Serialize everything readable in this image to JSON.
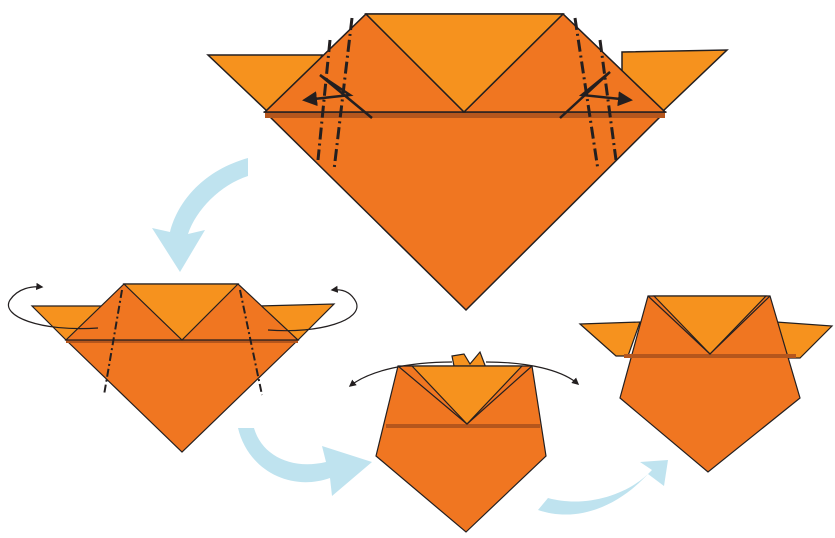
{
  "colors": {
    "body": "#f07621",
    "flap": "#f6921e",
    "crease": "#b5561c",
    "outline": "#231f20",
    "motion_arrow": "#bfe3ef",
    "background": "#ffffff"
  },
  "steps": [
    {
      "name": "step-1-valley-mountain-folds",
      "icons": [
        "fold-arrow-icon",
        "dash-dot-crease-icon"
      ]
    },
    {
      "name": "step-2-turn-flaps-behind",
      "icons": [
        "curved-turn-arrow-icon"
      ]
    },
    {
      "name": "step-3-swing-tips-outward",
      "icons": [
        "curved-double-arrow-icon"
      ]
    },
    {
      "name": "step-4-final-shape",
      "icons": []
    }
  ],
  "transitions": [
    "light-blue-curved-arrow-icon",
    "light-blue-curved-arrow-icon",
    "light-blue-curved-arrow-icon"
  ]
}
